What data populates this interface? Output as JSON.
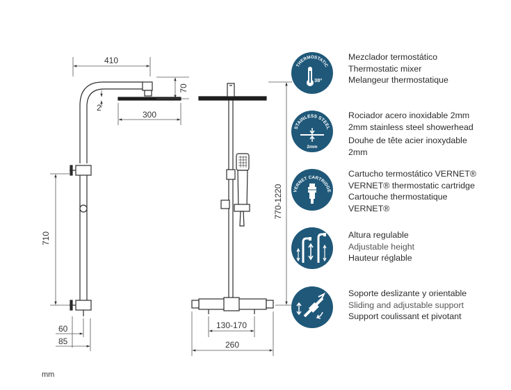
{
  "dimensions": {
    "arm_length": "410",
    "head_offset": "70",
    "head_thickness": "2",
    "head_width": "300",
    "bar_height": "710",
    "wall_offset_small": "60",
    "wall_offset_large": "85",
    "total_height": "770-1220",
    "inlet_spacing": "130-170",
    "mixer_width": "260"
  },
  "unit_label": "mm",
  "features": [
    {
      "icon": "thermostatic-38-icon",
      "badge_text": [
        "THERMOSTATIC",
        "38º"
      ],
      "lines": [
        "Mezclador termostático",
        "Thermostatic mixer",
        "Melangeur thermostatique"
      ]
    },
    {
      "icon": "stainless-steel-2mm-icon",
      "badge_text": [
        "STAINLESS STEEL",
        "2mm"
      ],
      "lines": [
        "Rociador acero inoxidable 2mm",
        "2mm stainless steel showerhead",
        "Douhe de tête acier inoxydable",
        "2mm"
      ]
    },
    {
      "icon": "vernet-cartridge-icon",
      "badge_text": [
        "VERNET CARTRIDGE"
      ],
      "lines": [
        "Cartucho termostático VERNET®",
        "VERNET® thermostatic cartridge",
        "Cartouche thermostatique",
        "VERNET®"
      ]
    },
    {
      "icon": "adjustable-height-icon",
      "badge_text": [],
      "lines": [
        "Altura regulable",
        "Adjustable height",
        "Hauteur réglable"
      ]
    },
    {
      "icon": "sliding-support-icon",
      "badge_text": [],
      "lines": [
        "Soporte deslizante y orientable",
        "Sliding and adjustable support",
        "Support coulissant et pivotant"
      ]
    }
  ],
  "colors": {
    "badge_fill": "#1f5879",
    "line": "#2b2b2b",
    "dimension": "#444444"
  }
}
